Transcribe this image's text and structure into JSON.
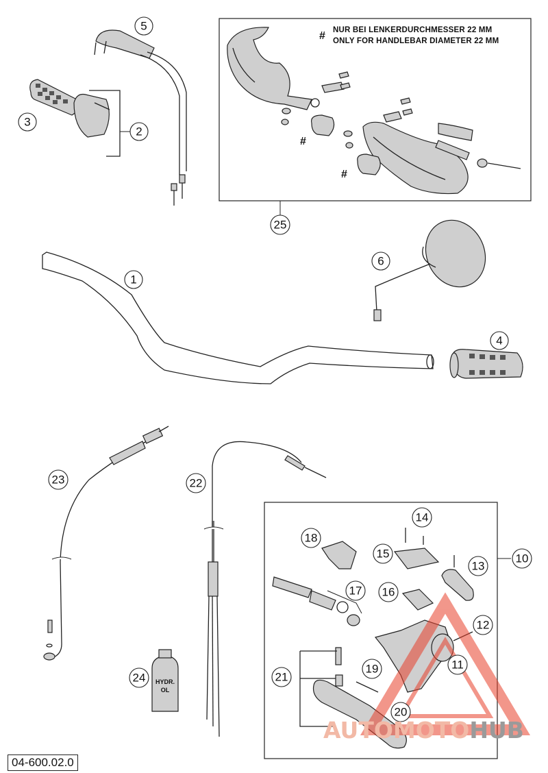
{
  "note": {
    "line1": "NUR BEI LENKERDURCHMESSER 22 MM",
    "line2": "ONLY FOR HANDLEBAR DIAMETER 22 MM",
    "hash": "#"
  },
  "diagram_code": "04-600.02.0",
  "watermark": {
    "part1": "AUTOMOTO",
    "part2": "HUB",
    "color": "#e8412c"
  },
  "callouts": [
    {
      "id": "c1",
      "label": "1"
    },
    {
      "id": "c2",
      "label": "2"
    },
    {
      "id": "c3",
      "label": "3"
    },
    {
      "id": "c4",
      "label": "4"
    },
    {
      "id": "c5",
      "label": "5"
    },
    {
      "id": "c6",
      "label": "6"
    },
    {
      "id": "c10",
      "label": "10"
    },
    {
      "id": "c11",
      "label": "11"
    },
    {
      "id": "c12",
      "label": "12"
    },
    {
      "id": "c13",
      "label": "13"
    },
    {
      "id": "c14",
      "label": "14"
    },
    {
      "id": "c15",
      "label": "15"
    },
    {
      "id": "c16",
      "label": "16"
    },
    {
      "id": "c17",
      "label": "17"
    },
    {
      "id": "c18",
      "label": "18"
    },
    {
      "id": "c19",
      "label": "19"
    },
    {
      "id": "c20",
      "label": "20"
    },
    {
      "id": "c21",
      "label": "21"
    },
    {
      "id": "c22",
      "label": "22"
    },
    {
      "id": "c23",
      "label": "23"
    },
    {
      "id": "c24",
      "label": "24"
    },
    {
      "id": "c25",
      "label": "25"
    }
  ],
  "bottle_label": {
    "line1": "HYDR.",
    "line2": "OL"
  }
}
